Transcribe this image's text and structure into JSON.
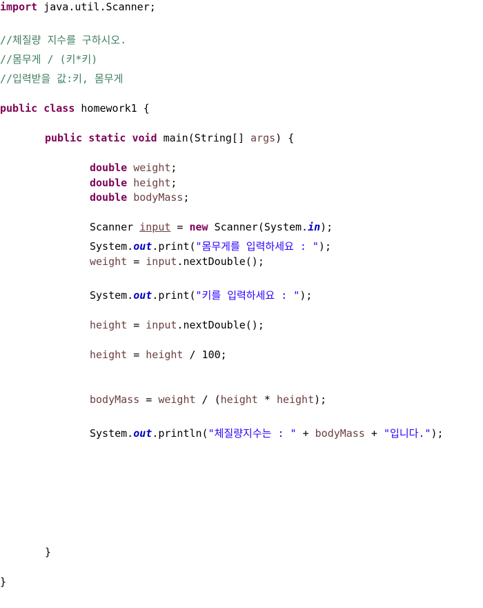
{
  "code": {
    "import_kw": "import",
    "import_rest": " java.util.Scanner;",
    "comment1": "//체질량 지수를 구하시오.",
    "comment2": "//몸무게 / (키*키)",
    "comment3": "//입력받을 값:키, 몸무게",
    "class_public": "public",
    "class_kw": "class",
    "class_name": " homework1 {",
    "main_public": "public",
    "main_static": "static",
    "main_void": "void",
    "main_sig": " main(String[] ",
    "main_args": "args",
    "main_end": ") {",
    "double_kw": "double",
    "decl_weight": "weight",
    "decl_height": "height",
    "decl_bodymass": "bodyMass",
    "semi": ";",
    "scanner_type": "Scanner ",
    "scanner_var": "input",
    "scanner_eq": " = ",
    "new_kw": "new",
    "scanner_ctor": " Scanner(System.",
    "in_field": "in",
    "scanner_end": ");",
    "sys": "System.",
    "out_field": "out",
    "print_call": ".print(",
    "println_call": ".println(",
    "str_weight_prompt": "\"몸무게를 입력하세요 : \"",
    "str_height_prompt": "\"키를 입력하세요 : \"",
    "call_end": ");",
    "var_weight": "weight",
    "var_height": "height",
    "var_input": "input",
    "var_bodymass": "bodyMass",
    "eq": " = ",
    "next_double": ".nextDouble();",
    "div_100": " / 100;",
    "div_open": " / (",
    "times": " * ",
    "close_paren_semi": ");",
    "str_result": "\"체질량지수는 : \"",
    "plus": " + ",
    "str_end": "\"입니다.\"",
    "close_main": "}",
    "close_class": "}"
  }
}
